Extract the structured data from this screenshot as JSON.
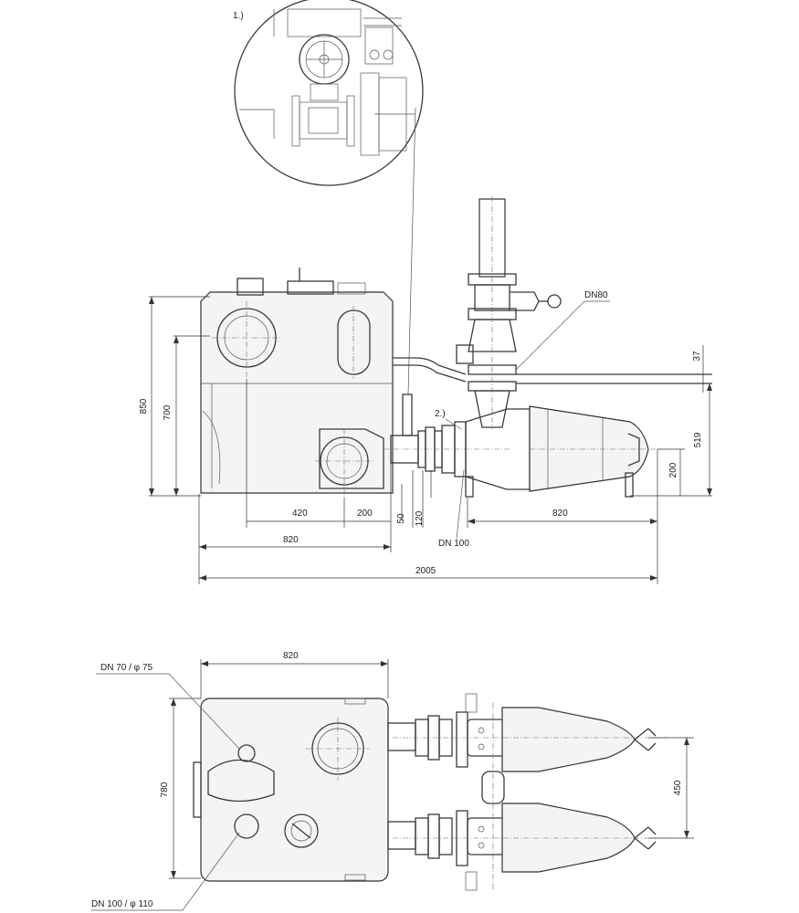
{
  "callouts": {
    "detail_1": "1.)",
    "detail_2": "2.)",
    "dn80": "DN80",
    "dn100": "DN 100",
    "dn70": "DN 70 /  φ 75",
    "dn100_110": "DN 100 /  φ 110"
  },
  "side_view": {
    "height_total": "850",
    "height_inlet": "700",
    "dim_420": "420",
    "dim_200_h": "200",
    "dim_50": "50",
    "dim_120": "120",
    "dim_820_tank": "820",
    "dim_820_pump": "820",
    "dim_2005": "2005",
    "dim_37": "37",
    "dim_519": "519",
    "dim_200_v": "200"
  },
  "top_view": {
    "dim_820": "820",
    "dim_780": "780",
    "dim_450": "450"
  }
}
